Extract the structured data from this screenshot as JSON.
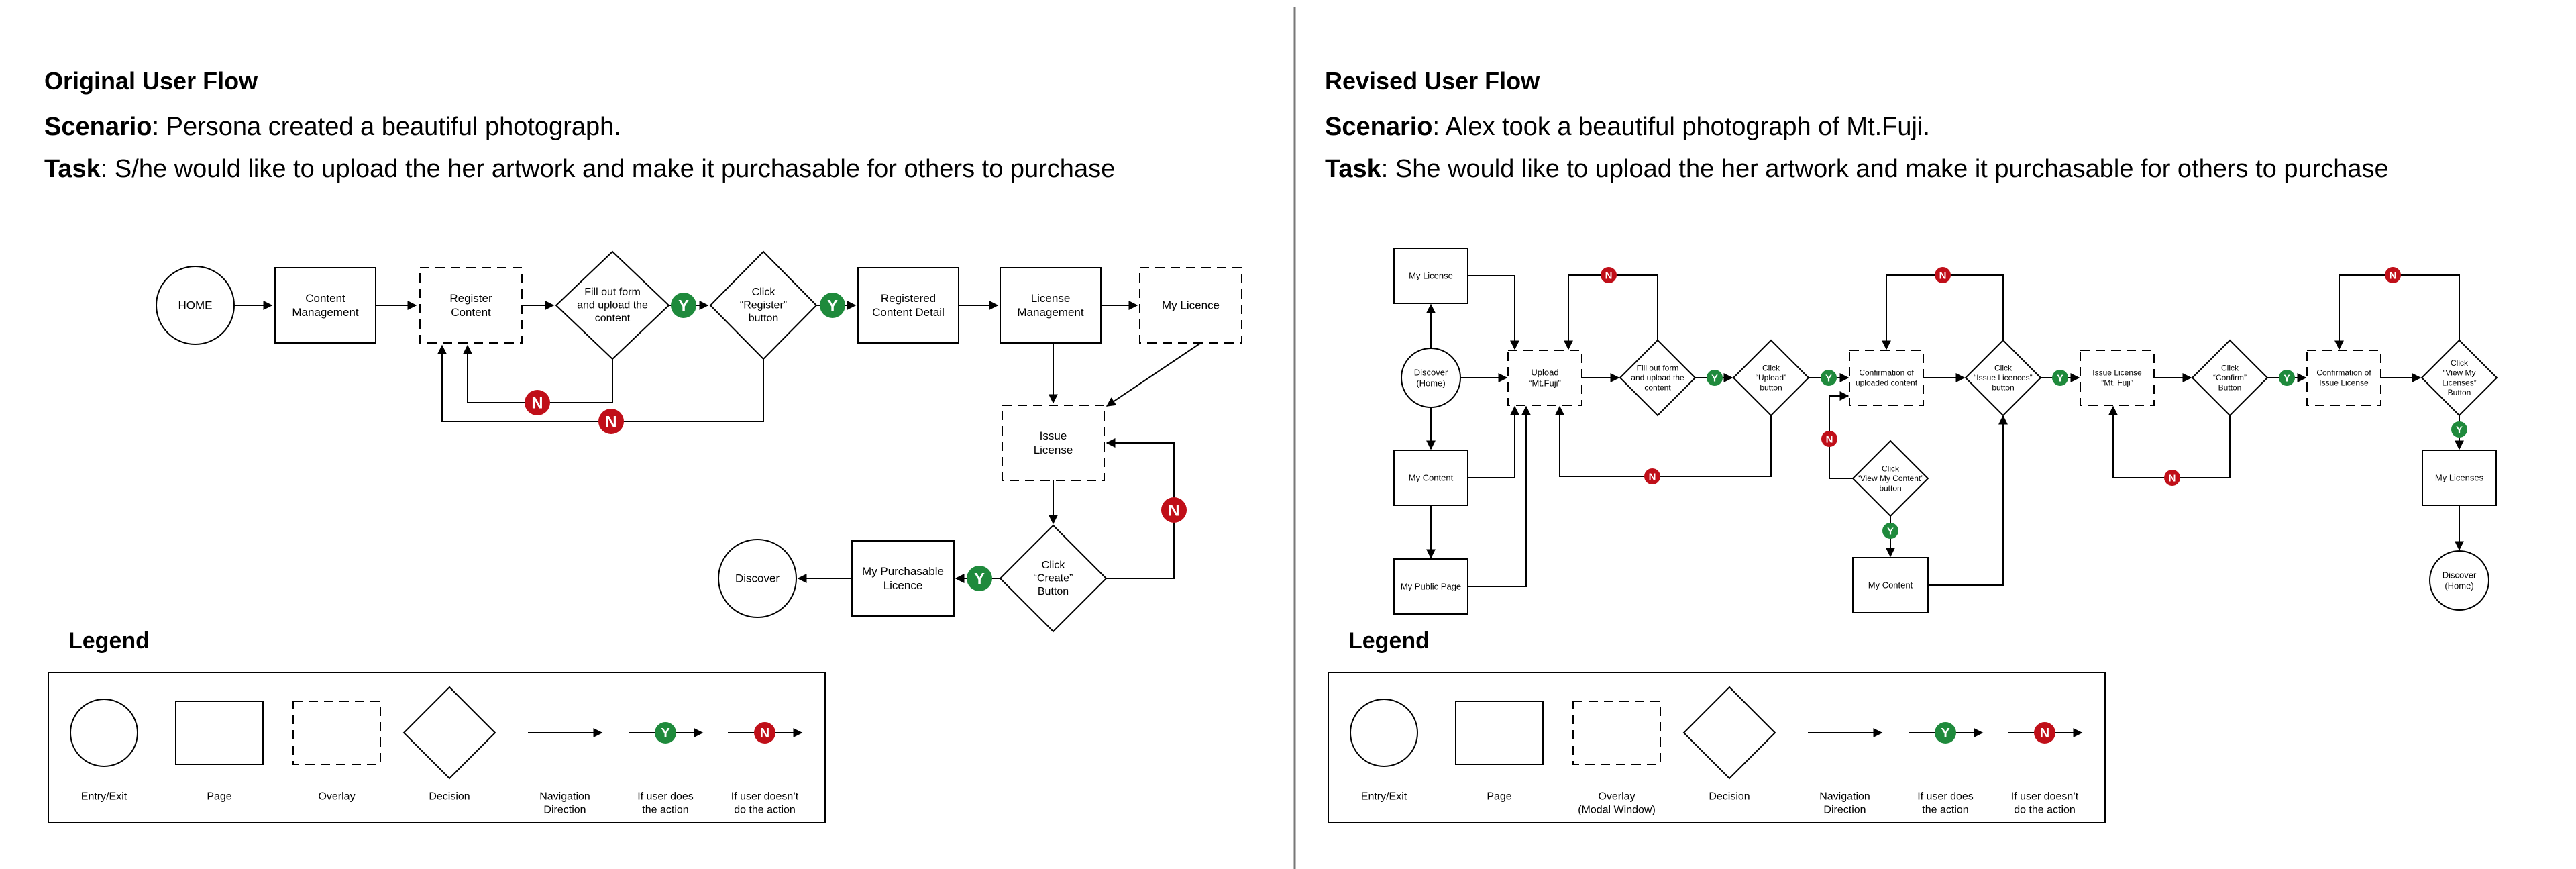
{
  "original": {
    "title": "Original User Flow",
    "scenario_label": "Scenario",
    "scenario_text": ": Persona created a beautiful photograph.",
    "task_label": "Task",
    "task_text": ": S/he would like to upload the her artwork and make it purchasable for others to purchase",
    "nodes": {
      "home": "HOME",
      "content_management": [
        "Content",
        "Management"
      ],
      "register_content": [
        "Register",
        "Content"
      ],
      "fill_out_form": [
        "Fill out form",
        "and upload the",
        "content"
      ],
      "click_register": [
        "Click",
        "“Register”",
        "button"
      ],
      "registered_content_detail": [
        "Registered",
        "Content Detail"
      ],
      "license_management": [
        "License",
        "Management"
      ],
      "my_licence": "My Licence",
      "issue_license": [
        "Issue",
        "License"
      ],
      "click_create": [
        "Click",
        "“Create”",
        "Button"
      ],
      "my_purchasable_licence": [
        "My Purchasable",
        "Licence"
      ],
      "discover": "Discover"
    }
  },
  "revised": {
    "title": "Revised User Flow",
    "scenario_label": "Scenario",
    "scenario_text": ": Alex took a beautiful photograph of Mt.Fuji.",
    "task_label": "Task",
    "task_text": ": She would like to upload the her artwork and make it purchasable for others to purchase",
    "nodes": {
      "my_license": "My License",
      "discover_home": [
        "Discover",
        "(Home)"
      ],
      "my_content_left": "My Content",
      "my_public_page": "My Public Page",
      "upload_mtfuji": [
        "Upload",
        "“Mt.Fuji”"
      ],
      "fill_out_form": [
        "Fill out form",
        "and upload the",
        "content"
      ],
      "click_upload": [
        "Click",
        "“Upload”",
        "button"
      ],
      "confirmation_uploaded": [
        "Confirmation of",
        "uploaded content"
      ],
      "click_view_my_content": [
        "Click",
        "“View My Content”",
        "button"
      ],
      "my_content_right": "My Content",
      "click_issue_licences": [
        "Click",
        "“Issue Licences”",
        "button"
      ],
      "issue_license_mtfuji": [
        "Issue License",
        "“Mt. Fuji”"
      ],
      "click_confirm": [
        "Click",
        "“Confirm”",
        "Button"
      ],
      "confirmation_issue_license": [
        "Confirmation of",
        "Issue License"
      ],
      "click_view_my_licenses": [
        "Click",
        "“View My",
        "Licenses”",
        "Button"
      ],
      "my_licenses": "My Licenses",
      "discover_home_end": [
        "Discover",
        "(Home)"
      ]
    }
  },
  "badges": {
    "yes": "Y",
    "no": "N"
  },
  "legend": {
    "title": "Legend",
    "items_left": [
      [
        "Entry/Exit"
      ],
      [
        "Page"
      ],
      [
        "Overlay"
      ],
      [
        "Decision"
      ],
      [
        "Navigation",
        "Direction"
      ],
      [
        "If user does",
        "the action"
      ],
      [
        "If user doesn’t",
        "do the action"
      ]
    ],
    "items_right": [
      [
        "Entry/Exit"
      ],
      [
        "Page"
      ],
      [
        "Overlay",
        "(Modal Window)"
      ],
      [
        "Decision"
      ],
      [
        "Navigation",
        "Direction"
      ],
      [
        "If user does",
        "the action"
      ],
      [
        "If user doesn’t",
        "do the action"
      ]
    ]
  },
  "colors": {
    "yes": "#1f8a3c",
    "no": "#c00f19",
    "divider": "#777777"
  }
}
